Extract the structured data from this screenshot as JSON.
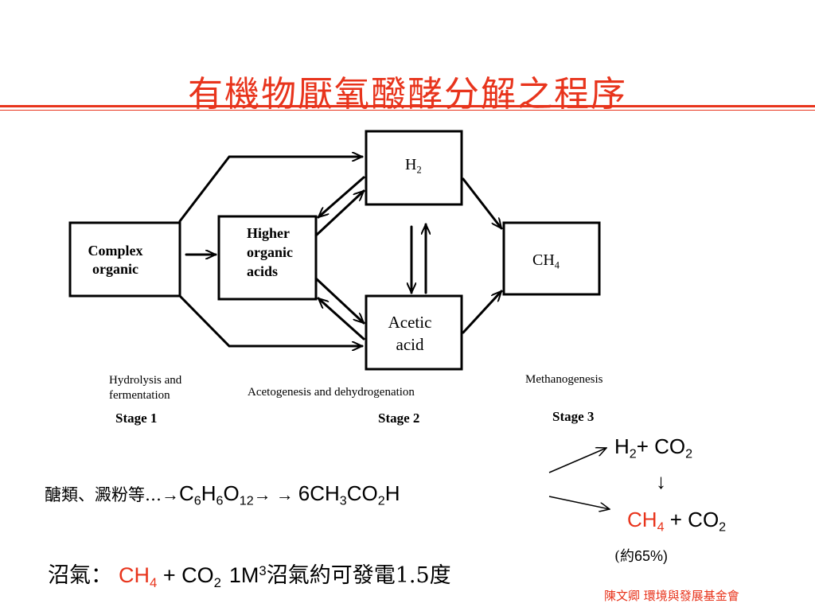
{
  "slide": {
    "title": "有機物厭氧醱酵分解之程序",
    "accent_color": "#e8341c"
  },
  "diagram": {
    "boxes": {
      "complex": [
        "Complex",
        "organic"
      ],
      "higher": [
        "Higher",
        "organic",
        "acids"
      ],
      "h2": {
        "base": "H",
        "sub": "2"
      },
      "ch4": {
        "base": "CH",
        "sub": "4"
      },
      "acetic": [
        "Acetic",
        "acid"
      ]
    },
    "stage_descriptions": {
      "stage1": [
        "Hydrolysis and",
        "fermentation"
      ],
      "stage2": "Acetogenesis and dehydrogenation",
      "stage3": "Methanogenesis"
    },
    "stage_labels": {
      "stage1": "Stage 1",
      "stage2": "Stage 2",
      "stage3": "Stage 3"
    }
  },
  "reaction": {
    "start": "醣類、澱粉等…",
    "arrow": "→",
    "glucose": [
      "C",
      "6",
      "H",
      "6",
      "O",
      "12"
    ],
    "double_arrow": "→ →",
    "acetic": [
      "6CH",
      "3",
      "CO",
      "2",
      "H"
    ],
    "branch1": [
      "H",
      "2",
      "+ CO",
      "2"
    ],
    "branch2": [
      "CH",
      "4",
      " + CO",
      "2"
    ],
    "down_arrow": "↓",
    "percent": [
      "(約",
      "65%)"
    ]
  },
  "biogas": {
    "label": "沼氣：",
    "ch4": [
      "CH",
      "4"
    ],
    "plus_co2": [
      " + CO",
      "2"
    ],
    "volume": [
      "1M",
      "3"
    ],
    "text": "沼氣約可發電1.5度"
  },
  "footer": {
    "credit": "陳文卿 環境與發展基金會"
  }
}
